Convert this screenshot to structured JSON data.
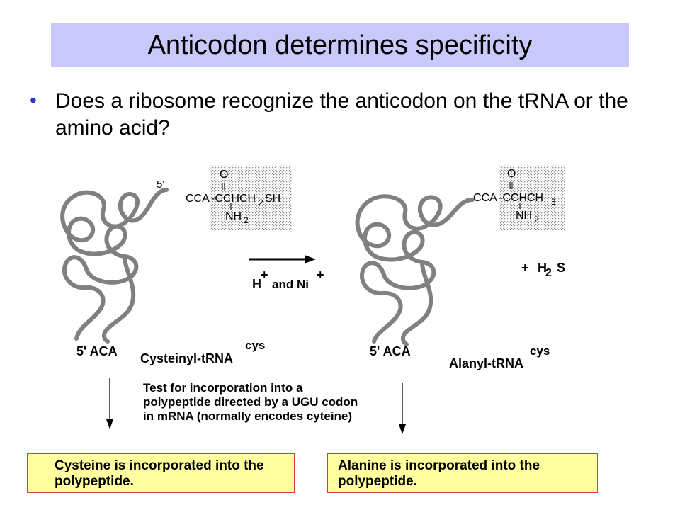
{
  "slide": {
    "title": "Anticodon determines specificity",
    "bullet": "Does a ribosome recognize the anticodon on the tRNA or the amino acid?"
  },
  "diagram": {
    "left_trna": {
      "five_prime": "5'",
      "cca": "CCA",
      "carbonyl_o": "O",
      "chain": "-CCHCH",
      "chain_sub": "2",
      "chain_end": "SH",
      "amine": "NH",
      "amine_sub": "2",
      "anticodon": "5' ACA",
      "name": "Cysteinyl-tRNA",
      "superscript": "cys"
    },
    "right_trna": {
      "cca": "CCA",
      "carbonyl_o": "O",
      "chain": "-CCHCH",
      "chain_sub": "3",
      "amine": "NH",
      "amine_sub": "2",
      "anticodon": "5' ACA",
      "name": "Alanyl-tRNA",
      "superscript": "cys"
    },
    "reaction": {
      "h": "H",
      "plus1": "+",
      "and_ni": "and Ni",
      "plus2": "+"
    },
    "byproduct": {
      "plus": "+",
      "h": "H",
      "sub": "2",
      "s": "S"
    },
    "test_text": "Test for incorporation into a polypeptide directed by a UGU codon in mRNA (normally encodes cyteine)",
    "result_left": "Cysteine is incorporated into the polypeptide.",
    "result_right": "Alanine is incorporated into the polypeptide."
  },
  "colors": {
    "title_bar": "#c8c8fa",
    "bullet": "#3333cc",
    "trna_strand": "#808080",
    "result_fill": "#ffffa0",
    "result_border": "#d04040"
  }
}
